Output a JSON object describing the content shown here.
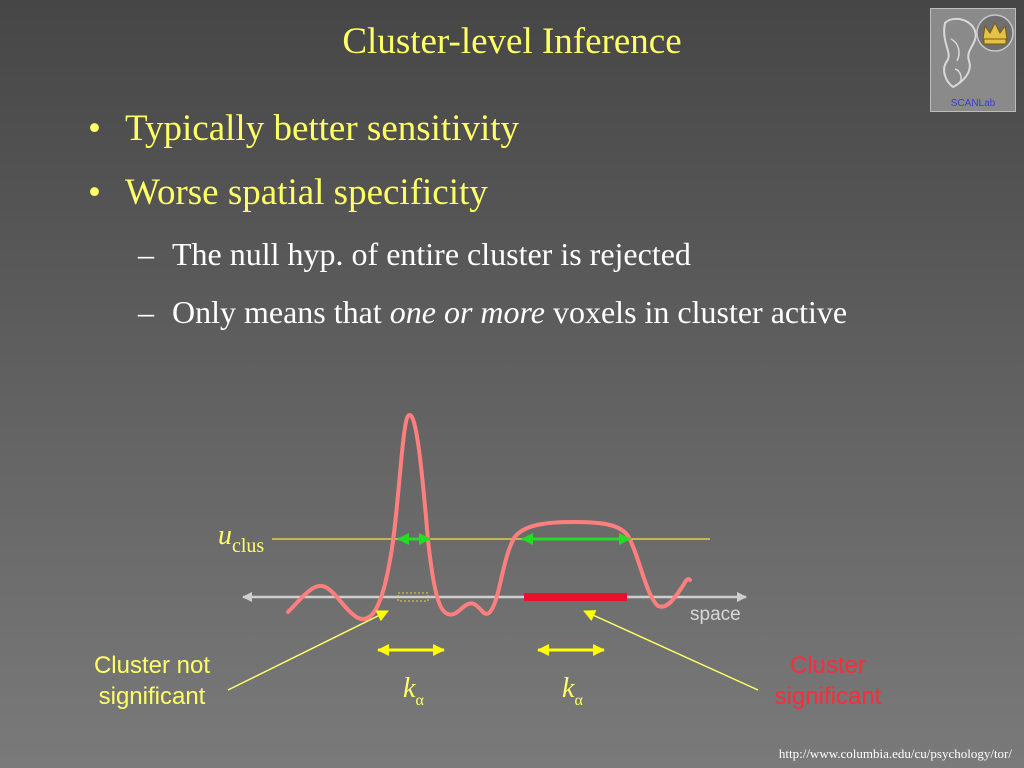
{
  "slide": {
    "title": "Cluster-level Inference",
    "bullets": [
      {
        "marker": "•",
        "text": "Typically better sensitivity"
      },
      {
        "marker": "•",
        "text": "Worse spatial specificity"
      }
    ],
    "subbullets": [
      {
        "marker": "–",
        "text": "The null hyp. of entire cluster is rejected"
      },
      {
        "marker": "–",
        "text_before": "Only means that ",
        "text_italic": "one or more",
        "text_after": " voxels in cluster active"
      }
    ],
    "logo_label": "SCANLab",
    "footer_url": "http://www.columbia.edu/cu/psychology/tor/"
  },
  "diagram": {
    "threshold_label_main": "u",
    "threshold_label_sub": "clus",
    "axis_label": "space",
    "k_label_main": "k",
    "k_label_sub": "α",
    "left_caption_line1": "Cluster not",
    "left_caption_line2": "significant",
    "right_caption_line1": "Cluster",
    "right_caption_line2": "significant",
    "colors": {
      "signal": "#ff7f7f",
      "threshold": "#e0d04a",
      "width_arrow": "#22dd22",
      "k_arrow": "#ffff00",
      "significant_bar": "#e8102a",
      "axis": "#cfcfcf",
      "caption_left": "#ffff66",
      "caption_right": "#ff2a3a"
    }
  }
}
